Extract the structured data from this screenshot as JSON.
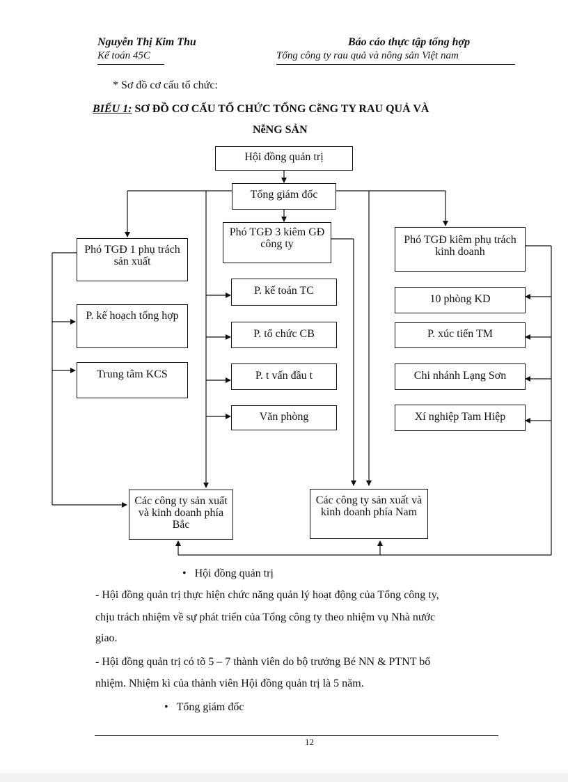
{
  "header": {
    "author": "Nguyễn Thị Kim Thu",
    "author_class": "Kế toán 45C",
    "report_title": "Báo cáo thực tập tổng hợp",
    "company": "Tổng công ty rau quả và nông sản Việt nam"
  },
  "intro_line": "* Sơ đồ cơ cấu tổ chức:",
  "figure": {
    "label": "BIỂU 1:",
    "title_line1": "SƠ ĐỒ CƠ CẤU TỔ CHỨC TỔNG CễNG TY RAU QUẢ VÀ",
    "title_line2": "NễNG SẢN"
  },
  "org_chart": {
    "board": "Hội đồng quản trị",
    "general_director": "Tổng giám đốc",
    "deputy_production": "Phó TGĐ 1 phụ trách sản xuất",
    "deputy_companies": "Phó TGĐ 3 kiêm GĐ công ty",
    "deputy_business": "Phó TGĐ kiêm phụ trách kinh doanh",
    "planning_dept": "P. kế hoạch tổng hợp",
    "kcs_center": "Trung tâm KCS",
    "accounting_dept": "P. kế toán TC",
    "hr_dept": "P. tổ chức CB",
    "investment_dept": "P. t   vấn đầu t",
    "office": "Văn phòng",
    "business_depts": "10 phòng KD",
    "trade_promo": "P. xúc tiến TM",
    "lang_son_branch": "Chi nhánh Lạng Sơn",
    "tam_hiep_enterprise": "Xí nghiệp Tam Hiệp",
    "north_companies": "Các công ty sản xuất và kinh doanh phía Bắc",
    "south_companies": "Các công ty sản xuất và kinh doanh phía Nam"
  },
  "sections": {
    "bullet1": "Hội đồng quản trị",
    "para1": "- Hội đồng quản trị thực hiện chức năng quản lý hoạt động của Tổng công ty, chịu trách nhiệm về sự phát triển của Tổng công ty theo nhiệm vụ Nhà nước giao.",
    "para1_l1": "- Hội đồng quản trị thực hiện chức năng quản lý hoạt động của Tổng công ty,",
    "para1_l2": "chịu trách nhiệm về sự phát triển của Tổng công ty theo nhiệm vụ Nhà nước",
    "para1_l3": "giao.",
    "para2_l1": "- Hội đồng quản trị có tõ 5 – 7 thành viên do bộ trưởng Bé NN & PTNT bổ",
    "para2_l2": "nhiệm. Nhiệm kì của thành viên Hội đồng quản trị là 5 năm.",
    "bullet2": "Tổng giám đốc"
  },
  "page_number": "12"
}
